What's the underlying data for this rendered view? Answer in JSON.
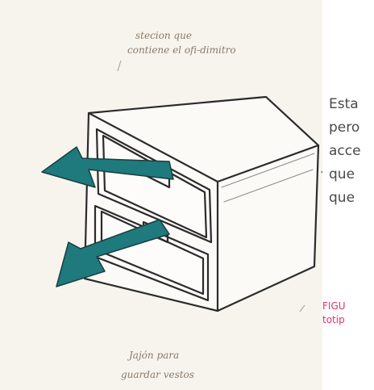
{
  "sketch": {
    "top_note": [
      "stecion que",
      "contiene el ofi-dimitro"
    ],
    "bottom_note": [
      "Jajón para",
      "guardar vestos"
    ],
    "arrow_color": "#1e7a7c"
  },
  "body_text": [
    "Esta",
    "pero",
    "acce",
    "que",
    "que"
  ],
  "caption": [
    "FIGU",
    "totip"
  ],
  "colors": {
    "caption": "#e5316f",
    "text": "#4a4a4a",
    "paper": "#f7f4ee"
  }
}
